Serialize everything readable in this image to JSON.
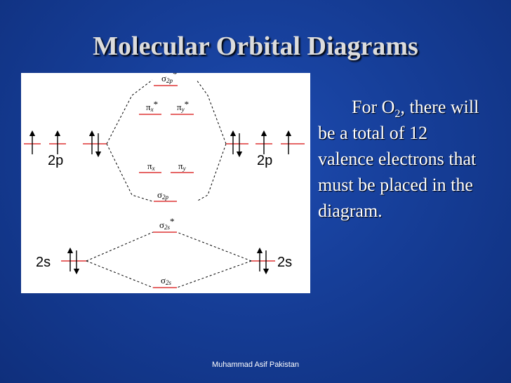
{
  "slide": {
    "title": "Molecular Orbital Diagrams",
    "body": {
      "intro": "For O",
      "subscript": "2",
      "rest": ", there will be a total of 12 valence electrons that must be placed in the diagram."
    },
    "footer": "Muhammad Asif Pakistan"
  },
  "diagram": {
    "atomic_labels": {
      "left_2p": "2p",
      "right_2p": "2p",
      "left_2s": "2s",
      "right_2s": "2s"
    },
    "mo_labels": {
      "sigma_2p_star": "σ",
      "sigma_2p_star_sub": "2p",
      "sigma_2p_star_mark": "*",
      "pi_x_star": "π",
      "pi_x_star_sub": "x",
      "pi_x_star_mark": "*",
      "pi_y_star": "π",
      "pi_y_star_sub": "y",
      "pi_y_star_mark": "*",
      "pi_x": "π",
      "pi_x_sub": "x",
      "pi_y": "π",
      "pi_y_sub": "y",
      "sigma_2p": "σ",
      "sigma_2p_sub": "2p",
      "sigma_2s_star": "σ",
      "sigma_2s_star_sub": "2s",
      "sigma_2s_star_mark": "*",
      "sigma_2s": "σ",
      "sigma_2s_sub": "2s"
    },
    "occupancy": {
      "left_2p": [
        "paired",
        "up",
        "up"
      ],
      "right_2p": [
        "paired",
        "up",
        "up"
      ],
      "left_2s": "paired",
      "right_2s": "paired"
    },
    "colors": {
      "level_line": "#d33333",
      "panel": "#ffffff",
      "background": "#163e98"
    }
  }
}
